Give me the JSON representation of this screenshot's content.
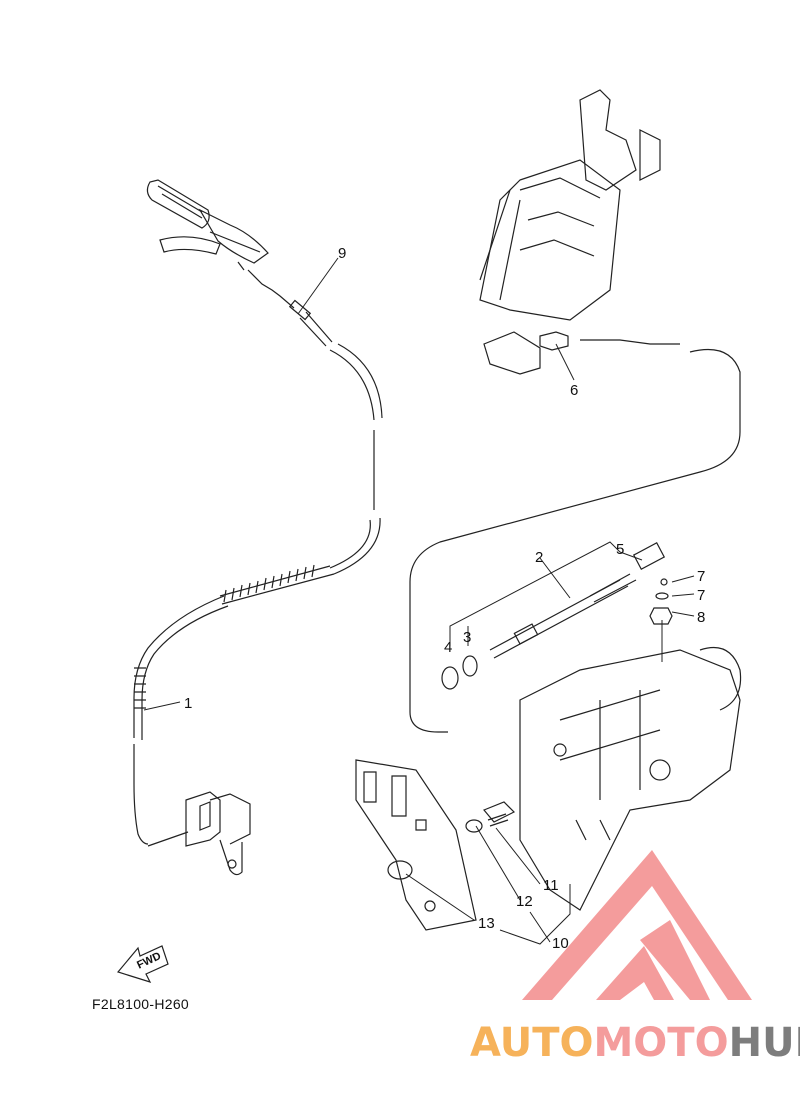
{
  "diagram": {
    "part_code": "F2L8100-H260",
    "fwd_label": "FWD",
    "callouts": [
      {
        "id": "c1",
        "label": "1"
      },
      {
        "id": "c2",
        "label": "2"
      },
      {
        "id": "c3",
        "label": "3"
      },
      {
        "id": "c4",
        "label": "4"
      },
      {
        "id": "c5",
        "label": "5"
      },
      {
        "id": "c6",
        "label": "6"
      },
      {
        "id": "c7a",
        "label": "7"
      },
      {
        "id": "c7b",
        "label": "7"
      },
      {
        "id": "c8",
        "label": "8"
      },
      {
        "id": "c9",
        "label": "9"
      },
      {
        "id": "c10",
        "label": "10"
      },
      {
        "id": "c11",
        "label": "11"
      },
      {
        "id": "c12",
        "label": "12"
      },
      {
        "id": "c13",
        "label": "13"
      }
    ]
  },
  "watermark": {
    "text_part1": "AUTO",
    "text_part2": "MOTO",
    "text_part3": "HUB",
    "colors": {
      "part1": "#f6b25a",
      "part2": "#f49c9c",
      "part3": "#7d7d7d",
      "logo": "#f49c9c"
    }
  }
}
